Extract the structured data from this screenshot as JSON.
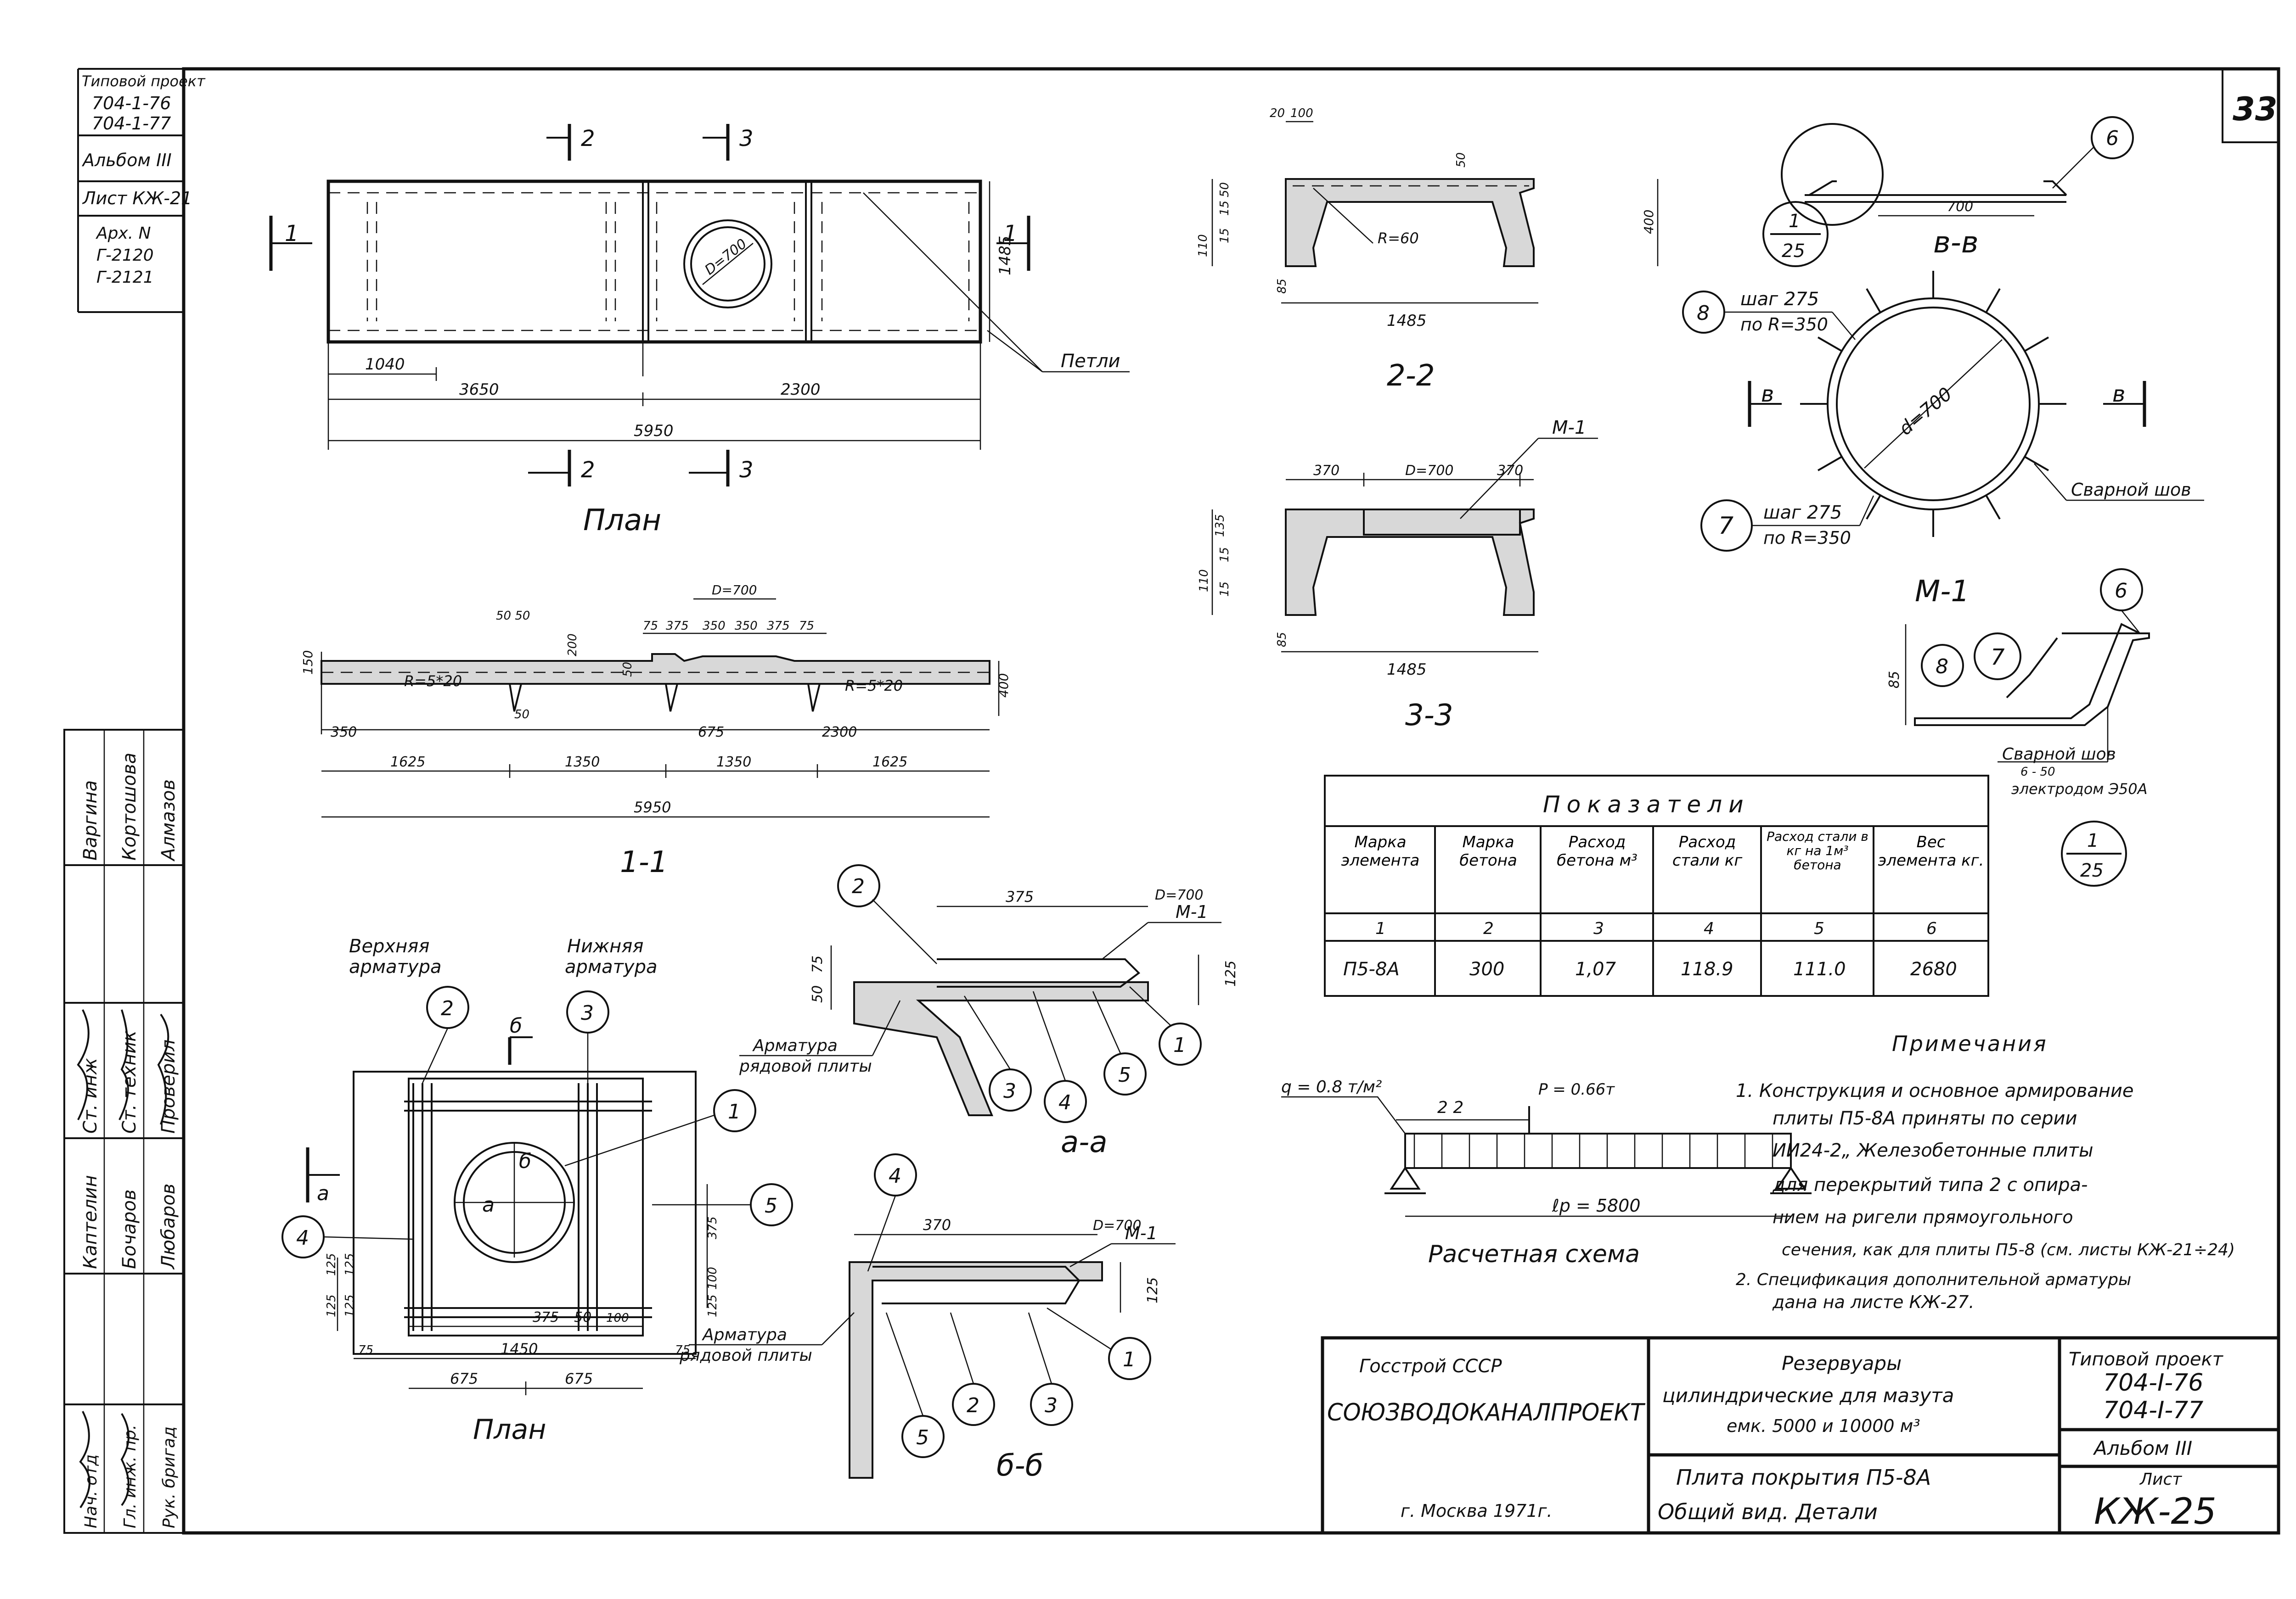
{
  "sheet_number": "33",
  "side_stamp": {
    "project_label": "Типовой проект",
    "project_codes": [
      "704-1-76",
      "704-1-77"
    ],
    "album": "Альбом III",
    "sheet": "Лист КЖ-21",
    "archive": [
      "Арх. N",
      "Г-2120",
      "Г-2121"
    ]
  },
  "signatures": [
    {
      "role": "Нач. отд",
      "name": "Варгина"
    },
    {
      "role": "Гл. инж. пр.",
      "name": "Кортошова"
    },
    {
      "role": "Рук. бригад",
      "name": "Алмазов"
    },
    {
      "role": "Ст. инж",
      "name": "Каптелин"
    },
    {
      "role": "Ст. техник",
      "name": "Бочаров"
    },
    {
      "role": "Проверил",
      "name": "Любаров"
    }
  ],
  "views": {
    "plan_main": {
      "title": "План",
      "cut_marks": [
        "1",
        "1",
        "2",
        "2",
        "3",
        "3"
      ],
      "dims": [
        "1040",
        "3650",
        "2300",
        "5950",
        "1485",
        "D=700"
      ],
      "callout": "Петли"
    },
    "section_1_1": {
      "title": "1-1",
      "dims": [
        "150",
        "50 50",
        "200",
        "75",
        "375",
        "350",
        "350",
        "375",
        "75",
        "D=700",
        "R=5*20",
        "R=5*20",
        "50",
        "400",
        "350",
        "50",
        "675",
        "2300",
        "1625",
        "1350",
        "1350",
        "1625",
        "5950"
      ]
    },
    "section_2_2": {
      "title": "2-2",
      "dims": [
        "20",
        "100",
        "50",
        "110",
        "50",
        "15",
        "15",
        "R=60",
        "400",
        "85",
        "1485"
      ]
    },
    "section_3_3": {
      "title": "3-3",
      "dims": [
        "370",
        "D=700",
        "370",
        "M-1",
        "135",
        "110",
        "15",
        "15",
        "85",
        "1485"
      ]
    },
    "section_v_v": {
      "title": "в-в",
      "dims": [
        "700"
      ],
      "marks": [
        "6"
      ],
      "scale": {
        "num": "1",
        "den": "25"
      }
    },
    "detail_m1_ring": {
      "title": "М-1",
      "dims": [
        "d=700"
      ],
      "cut_marks": [
        "в",
        "в"
      ],
      "callouts": [
        {
          "mark": "8",
          "text1": "шаг 275",
          "text2": "по R=350"
        },
        {
          "mark": "7",
          "text1": "шаг 275",
          "text2": "по R=350"
        }
      ],
      "weld": "Сварной шов"
    },
    "detail_m1_section": {
      "marks": [
        "6",
        "7",
        "8"
      ],
      "dims": [
        "85"
      ],
      "weld_line1": "Сварной шов",
      "weld_line2": "6 - 50",
      "weld_line3": "электродом Э50А",
      "scale": {
        "num": "1",
        "den": "25"
      }
    },
    "section_a_a": {
      "title": "а-а",
      "dims": [
        "375",
        "D=700",
        "M-1",
        "75",
        "50",
        "125"
      ],
      "marks": [
        "1",
        "2",
        "3",
        "4",
        "5"
      ],
      "callout1": "Арматура",
      "callout2": "рядовой плиты"
    },
    "section_b_b": {
      "title": "б-б",
      "dims": [
        "370",
        "D=700",
        "M-1",
        "125"
      ],
      "marks": [
        "1",
        "2",
        "3",
        "4",
        "5"
      ],
      "callout1": "Арматура",
      "callout2": "рядовой плиты"
    },
    "plan_detail": {
      "title": "План",
      "upper_label1": "Верхняя",
      "upper_label2": "арматура",
      "lower_label1": "Нижняя",
      "lower_label2": "арматура",
      "marks": [
        "1",
        "2",
        "3",
        "4",
        "5"
      ],
      "cut_marks": [
        "а",
        "а",
        "б",
        "б"
      ],
      "dims": [
        "125",
        "125",
        "125",
        "125",
        "375",
        "50",
        "100",
        "75",
        "1450",
        "75",
        "675",
        "675",
        "375",
        "100",
        "125"
      ]
    }
  },
  "indicators": {
    "title": "Показатели",
    "headers": [
      "Марка элемента",
      "Марка бетона",
      "Расход бетона м³",
      "Расход стали кг",
      "Расход стали в кг на 1м³ бетона",
      "Вес элемента кг."
    ],
    "col_numbers": [
      "1",
      "2",
      "3",
      "4",
      "5",
      "6"
    ],
    "row": [
      "П5-8А",
      "300",
      "1,07",
      "118.9",
      "111.0",
      "2680"
    ]
  },
  "design_scheme": {
    "title": "Расчетная схема",
    "load_q": "q = 0.8 т/м²",
    "load_p": "P = 0.66т",
    "dim_a": "2 2",
    "span": "ℓр = 5800"
  },
  "notes": {
    "title": "Примечания",
    "lines": [
      "1. Конструкция и основное армирование",
      "плиты П5-8А приняты по серии",
      "ИИ24-2„ Железобетонные плиты",
      "для перекрытий типа 2 с опира-",
      "нием на ригели прямоугольного",
      "сечения, как для плиты П5-8 (см. листы КЖ-21÷24)",
      "2. Спецификация дополнительной арматуры",
      "дана на листе КЖ-27."
    ]
  },
  "title_block": {
    "org1": "Госстрой СССР",
    "org2": "СОЮЗВОДОКАНАЛПРОЕКТ",
    "city": "г. Москва 1971г.",
    "object1": "Резервуары",
    "object2": "цилиндрические для мазута",
    "object3": "емк. 5000 и 10000 м³",
    "drawing1": "Плита покрытия П5-8А",
    "drawing2": "Общий вид. Детали",
    "project_label": "Типовой проект",
    "project_codes": [
      "704-I-76",
      "704-I-77"
    ],
    "album": "Альбом III",
    "sheet_label": "Лист",
    "sheet_code": "КЖ-25"
  }
}
